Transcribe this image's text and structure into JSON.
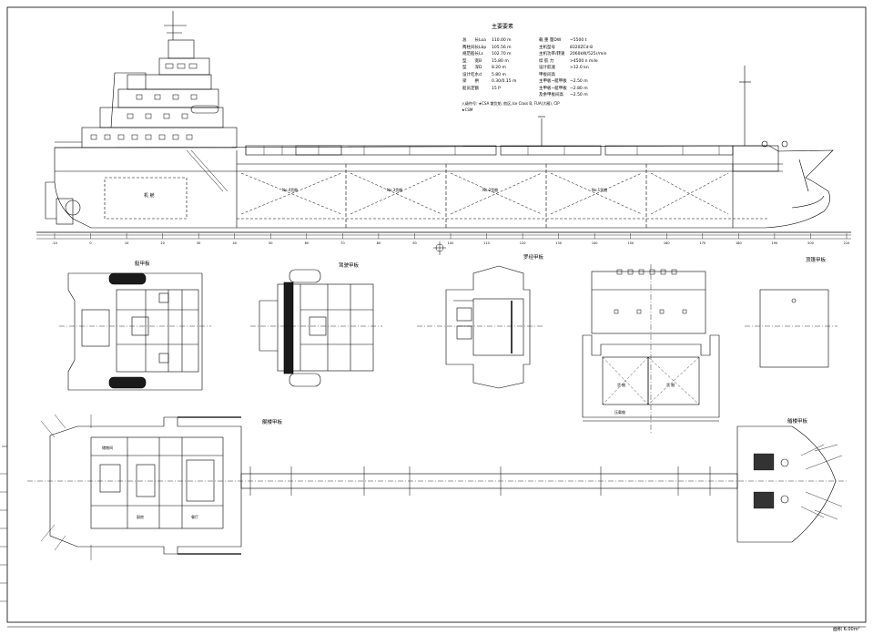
{
  "spec_table": {
    "title": "主要要素",
    "left": [
      {
        "k": "总　　长Loa",
        "v": "110.00 m"
      },
      {
        "k": "两柱间长Lbp",
        "v": "105.56 m"
      },
      {
        "k": "规范船长Ls",
        "v": "102.70 m"
      },
      {
        "k": "型　　宽B",
        "v": "15.80 m"
      },
      {
        "k": "型　　深D",
        "v": "8.20 m"
      },
      {
        "k": "设计吃水d",
        "v": "5.80 m"
      },
      {
        "k": "梁　　拱",
        "v": "0.30/0.15 m"
      },
      {
        "k": "船员定额",
        "v": "15 P"
      }
    ],
    "right": [
      {
        "k": "载 重 量DW",
        "v": "~5500 t"
      },
      {
        "k": "主机型号",
        "v": "8320ZCd-8"
      },
      {
        "k": "主机功率/转速",
        "v": "2060kW/525r/min"
      },
      {
        "k": "续 航 力",
        "v": ">4500 n mile"
      },
      {
        "k": "设计航速",
        "v": ">12.0 kn"
      },
      {
        "k": "甲板间高",
        "v": ""
      },
      {
        "k": "主甲板~艇甲板",
        "v": "~2.50 m"
      },
      {
        "k": "主甲板~艇甲板",
        "v": "~2.80 m"
      },
      {
        "k": "及余甲板间高",
        "v": "~2.50 m"
      }
    ],
    "note1": "入级符号: ★CSA 散货船; 航区,Ice Class B, FUA(大雁), CIP",
    "note2": "★CSM"
  },
  "views": {
    "boat_deck": "艇甲板",
    "bridge_deck": "驾驶甲板",
    "compass_deck": "罗经甲板",
    "top_deck": "顶篷甲板",
    "poop_deck": "艉楼甲板",
    "forecastle_deck": "艏楼甲板"
  },
  "rooms": {
    "engine_room": "机 舱",
    "cargo_hold": "货 舱",
    "hold_1": "No.1货舱",
    "hold_2": "No.2货舱",
    "hold_3": "No.3货舱",
    "hold_4": "No.4货舱",
    "ballast": "压载舱",
    "store": "储物间",
    "galley": "厨房",
    "mess": "餐厅"
  },
  "frame_marks": [
    "-10",
    "0",
    "10",
    "20",
    "30",
    "40",
    "50",
    "60",
    "70",
    "80",
    "90",
    "100",
    "110",
    "120",
    "130",
    "140",
    "150",
    "160",
    "170",
    "180",
    "190",
    "200",
    "210"
  ],
  "scale_note": "面积 6.00m²",
  "colors": {
    "line": "#000000",
    "hatch": "#333333",
    "fill_dark": "#1a1a1a"
  }
}
